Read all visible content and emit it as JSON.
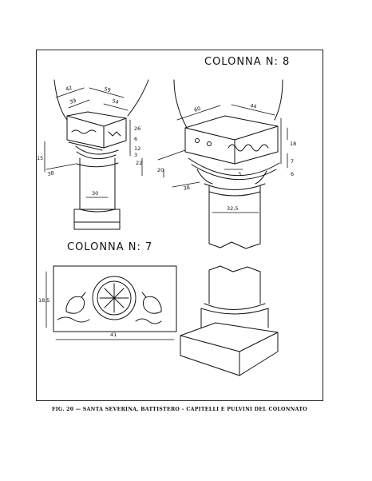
{
  "plate": {
    "title_n8": "COLONNA N: 8",
    "title_n7": "COLONNA N: 7",
    "caption": "FIG. 20 — SANTA SEVERINA, BATTISTERO – CAPITELLI E PULVINI DEL COLONNATO"
  },
  "dims_left_column": [
    "42",
    "39",
    "59",
    "54",
    "26",
    "15",
    "6",
    "38",
    "30",
    "22",
    "12",
    "3"
  ],
  "dims_right_column": [
    "60",
    "44",
    "18",
    "7",
    "6",
    "20",
    "3",
    "38",
    "32,5"
  ],
  "dims_slab": [
    "18,5",
    "41"
  ]
}
